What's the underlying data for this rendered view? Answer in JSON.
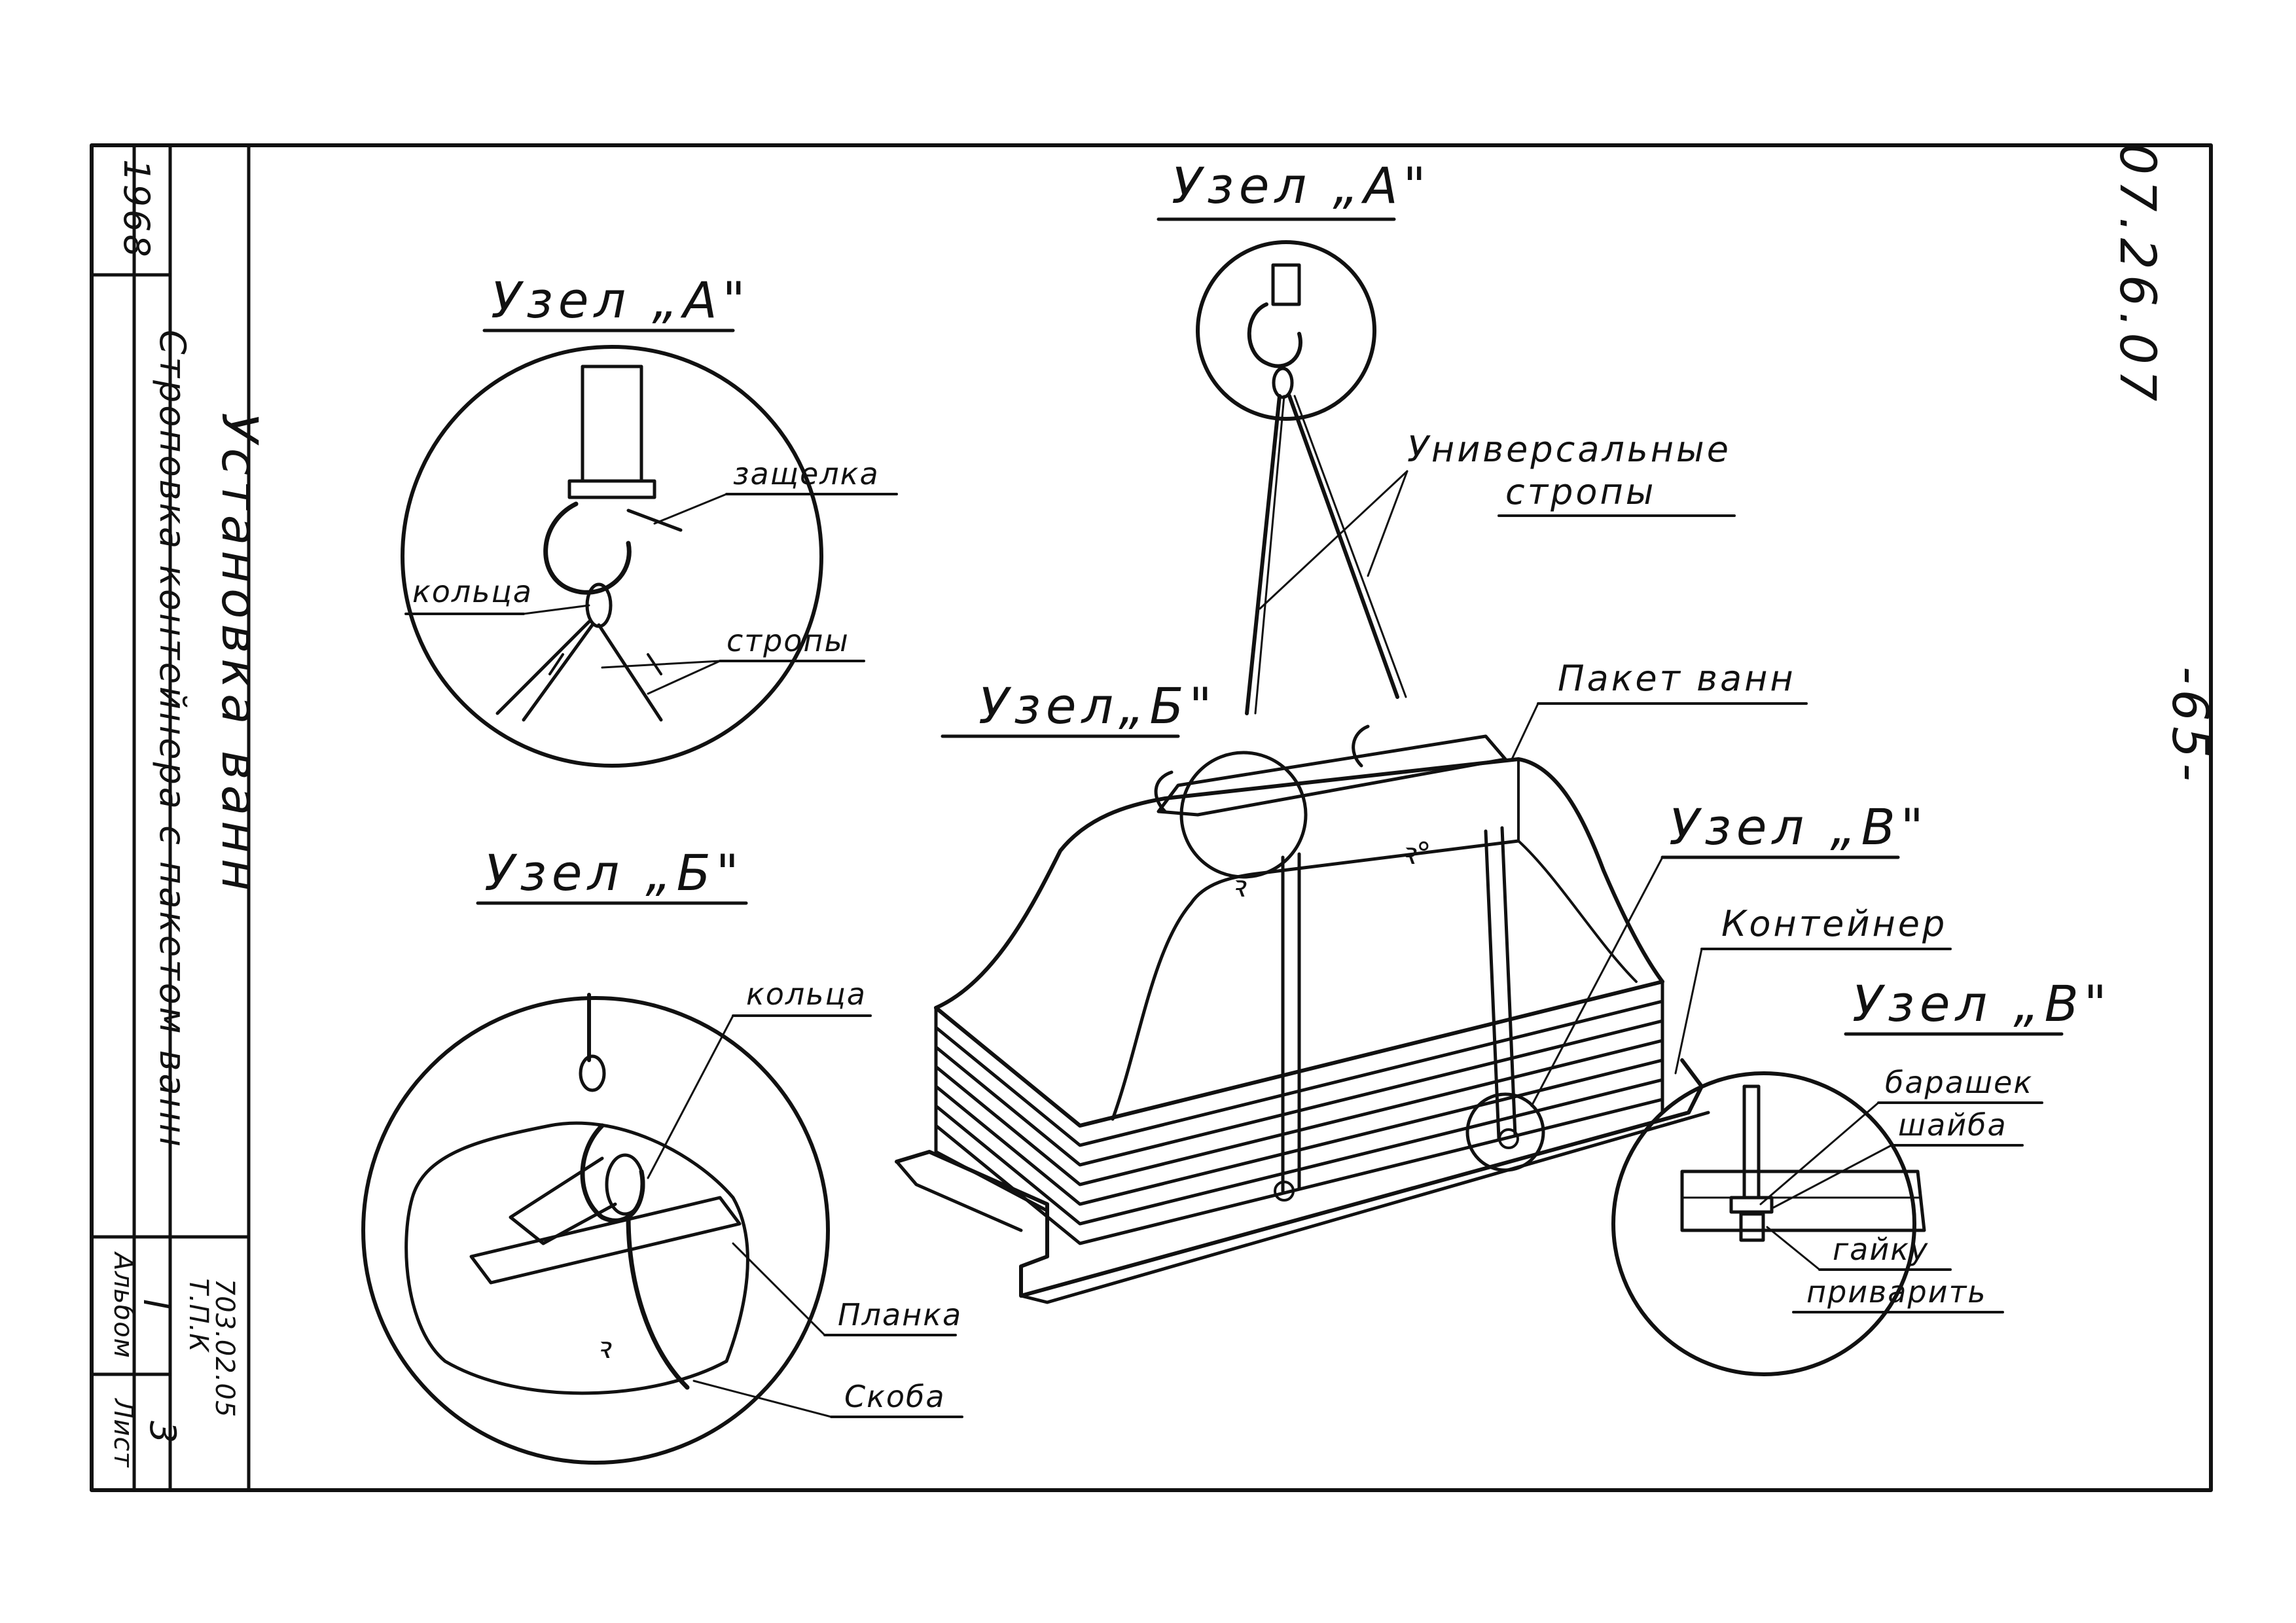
{
  "stamp": {
    "year": "1968",
    "subtitle": "Строповка контейнера с пакетом ванн",
    "title": "Установка ванн",
    "series_label": "Т.П.К",
    "series_code": "703.02.05",
    "album_label": "Альбом",
    "album_value": "I",
    "sheet_label": "Лист",
    "sheet_value": "3"
  },
  "doc_code": "07.26.07",
  "page_number": "-65-",
  "details": {
    "a_top": "Узел „А\"",
    "a_left": "Узел „А\"",
    "b_main": "Узел„Б\"",
    "b_left": "Узел „Б\"",
    "v_main": "Узел „В\"",
    "v_right": "Узел „В\""
  },
  "labels": {
    "latch": "защелка",
    "rings_a": "кольца",
    "slings_a": "стропы",
    "universal_1": "Универсальные",
    "universal_2": "стропы",
    "bath_pack": "Пакет ванн",
    "container": "Контейнер",
    "rings_b": "кольца",
    "plank": "Планка",
    "bracket": "Скоба",
    "wingnut": "барашек",
    "washer": "шайба",
    "weld_1": "гайку",
    "weld_2": "приварить"
  }
}
